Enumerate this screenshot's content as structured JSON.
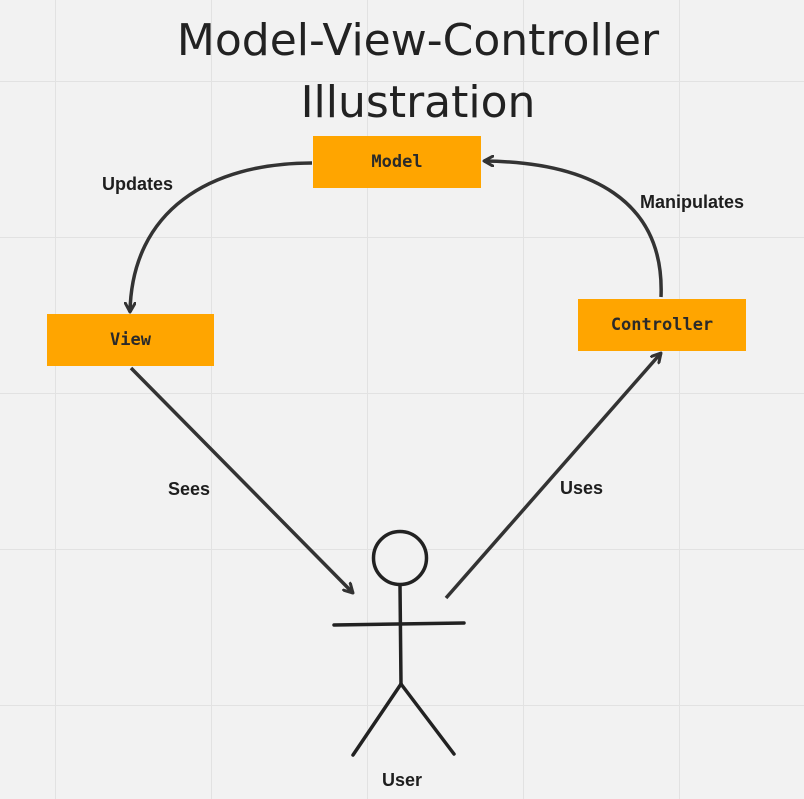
{
  "diagram": {
    "title_line1": "Model-View-Controller",
    "title_line2": "Illustration",
    "nodes": {
      "model": "Model",
      "view": "View",
      "controller": "Controller"
    },
    "edges": {
      "updates": "Updates",
      "manipulates": "Manipulates",
      "sees": "Sees",
      "uses": "Uses"
    },
    "actor": "User",
    "colors": {
      "box_fill": "#ffa500",
      "arrow": "#333333",
      "background": "#f2f2f2"
    }
  }
}
